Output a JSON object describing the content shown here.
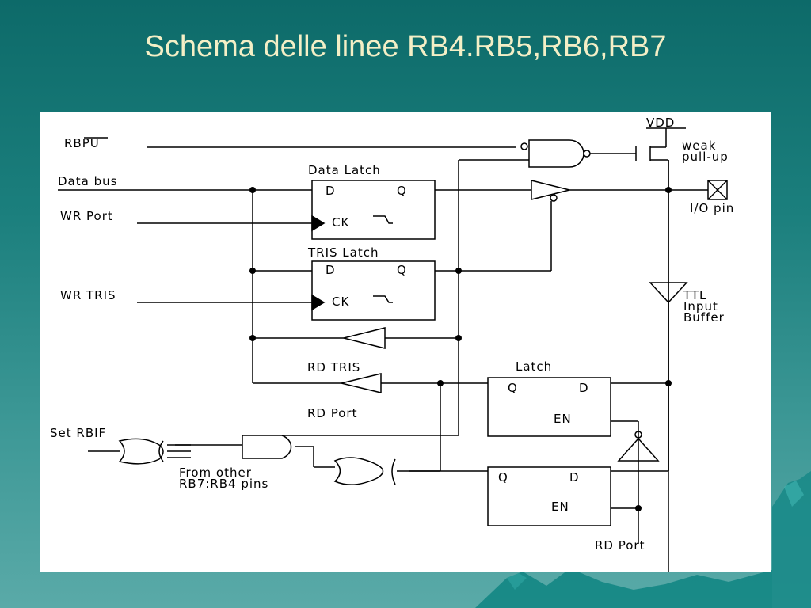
{
  "slide": {
    "title": "Schema delle linee RB4.RB5,RB6,RB7"
  },
  "diagram": {
    "signals": {
      "rbpu": "RBPU",
      "data_bus": "Data bus",
      "wr_port": "WR Port",
      "wr_tris": "WR TRIS",
      "rd_tris": "RD TRIS",
      "rd_port": "RD Port",
      "rd_port_bottom": "RD Port",
      "set_rbif": "Set RBIF",
      "from_other_1": "From other",
      "from_other_2": "RB7:RB4 pins",
      "vdd": "VDD",
      "weak_pullup_1": "weak",
      "weak_pullup_2": "pull-up",
      "io_pin": "I/O pin",
      "ttl_1": "TTL",
      "ttl_2": "Input",
      "ttl_3": "Buffer"
    },
    "blocks": {
      "data_latch": {
        "title": "Data Latch",
        "d": "D",
        "q": "Q",
        "ck": "CK"
      },
      "tris_latch": {
        "title": "TRIS Latch",
        "d": "D",
        "q": "Q",
        "ck": "CK"
      },
      "latch": {
        "title": "Latch",
        "q": "Q",
        "d": "D",
        "en": "EN"
      },
      "latch2": {
        "q": "Q",
        "d": "D",
        "en": "EN"
      }
    }
  }
}
